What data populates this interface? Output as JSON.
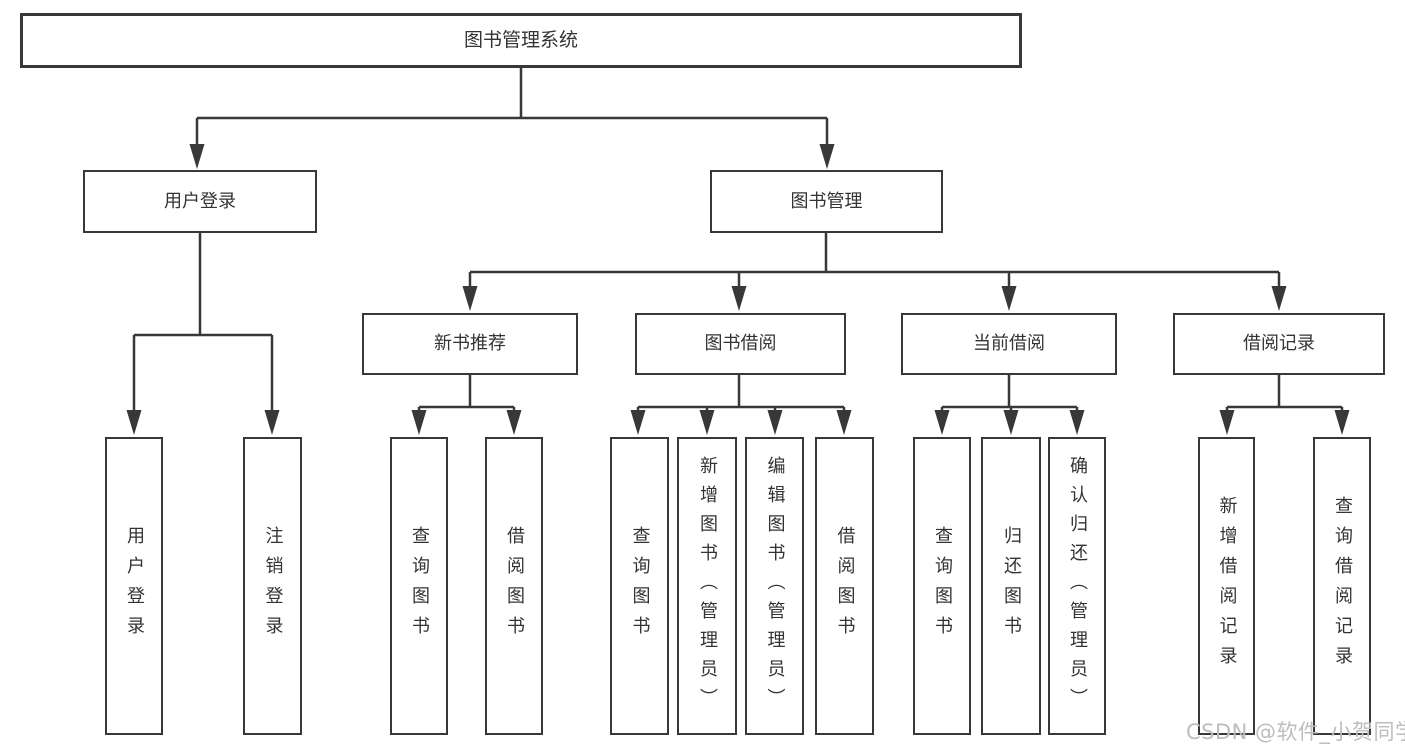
{
  "nodes": {
    "root": "图书管理系统",
    "user_login": "用户登录",
    "book_management": "图书管理",
    "new_book_rec": "新书推荐",
    "book_borrow": "图书借阅",
    "current_borrow": "当前借阅",
    "borrow_records": "借阅记录",
    "leaf_user_login": "用户登录",
    "leaf_logout": "注销登录",
    "leaf_newrec_query_books": "查询图书",
    "leaf_newrec_borrow_books": "借阅图书",
    "leaf_borrow_query_books": "查询图书",
    "leaf_borrow_add_books": "新增图书（管理员）",
    "leaf_borrow_edit_books": "编辑图书（管理员）",
    "leaf_borrow_borrow_books": "借阅图书",
    "leaf_current_query_books": "查询图书",
    "leaf_current_return_books": "归还图书",
    "leaf_current_confirm_return": "确认归还（管理员）",
    "leaf_records_add_record": "新增借阅记录",
    "leaf_records_query_record": "查询借阅记录"
  },
  "hierarchy": {
    "图书管理系统": [
      "用户登录",
      "图书管理"
    ],
    "用户登录": [
      "用户登录",
      "注销登录"
    ],
    "图书管理": [
      "新书推荐",
      "图书借阅",
      "当前借阅",
      "借阅记录"
    ],
    "新书推荐": [
      "查询图书",
      "借阅图书"
    ],
    "图书借阅": [
      "查询图书",
      "新增图书（管理员）",
      "编辑图书（管理员）",
      "借阅图书"
    ],
    "当前借阅": [
      "查询图书",
      "归还图书",
      "确认归还（管理员）"
    ],
    "借阅记录": [
      "新增借阅记录",
      "查询借阅记录"
    ]
  },
  "watermark": "CSDN @软件_小贺同学",
  "colors": {
    "line": "#383838",
    "text": "#333333",
    "watermark": "#bdbdbd",
    "background": "#ffffff"
  }
}
